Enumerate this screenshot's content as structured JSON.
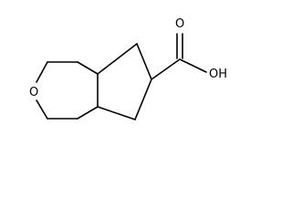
{
  "molecule": {
    "atoms": {
      "ring_oxygen": "O",
      "carbonyl_oxygen": "O",
      "hydroxyl": "OH"
    }
  }
}
